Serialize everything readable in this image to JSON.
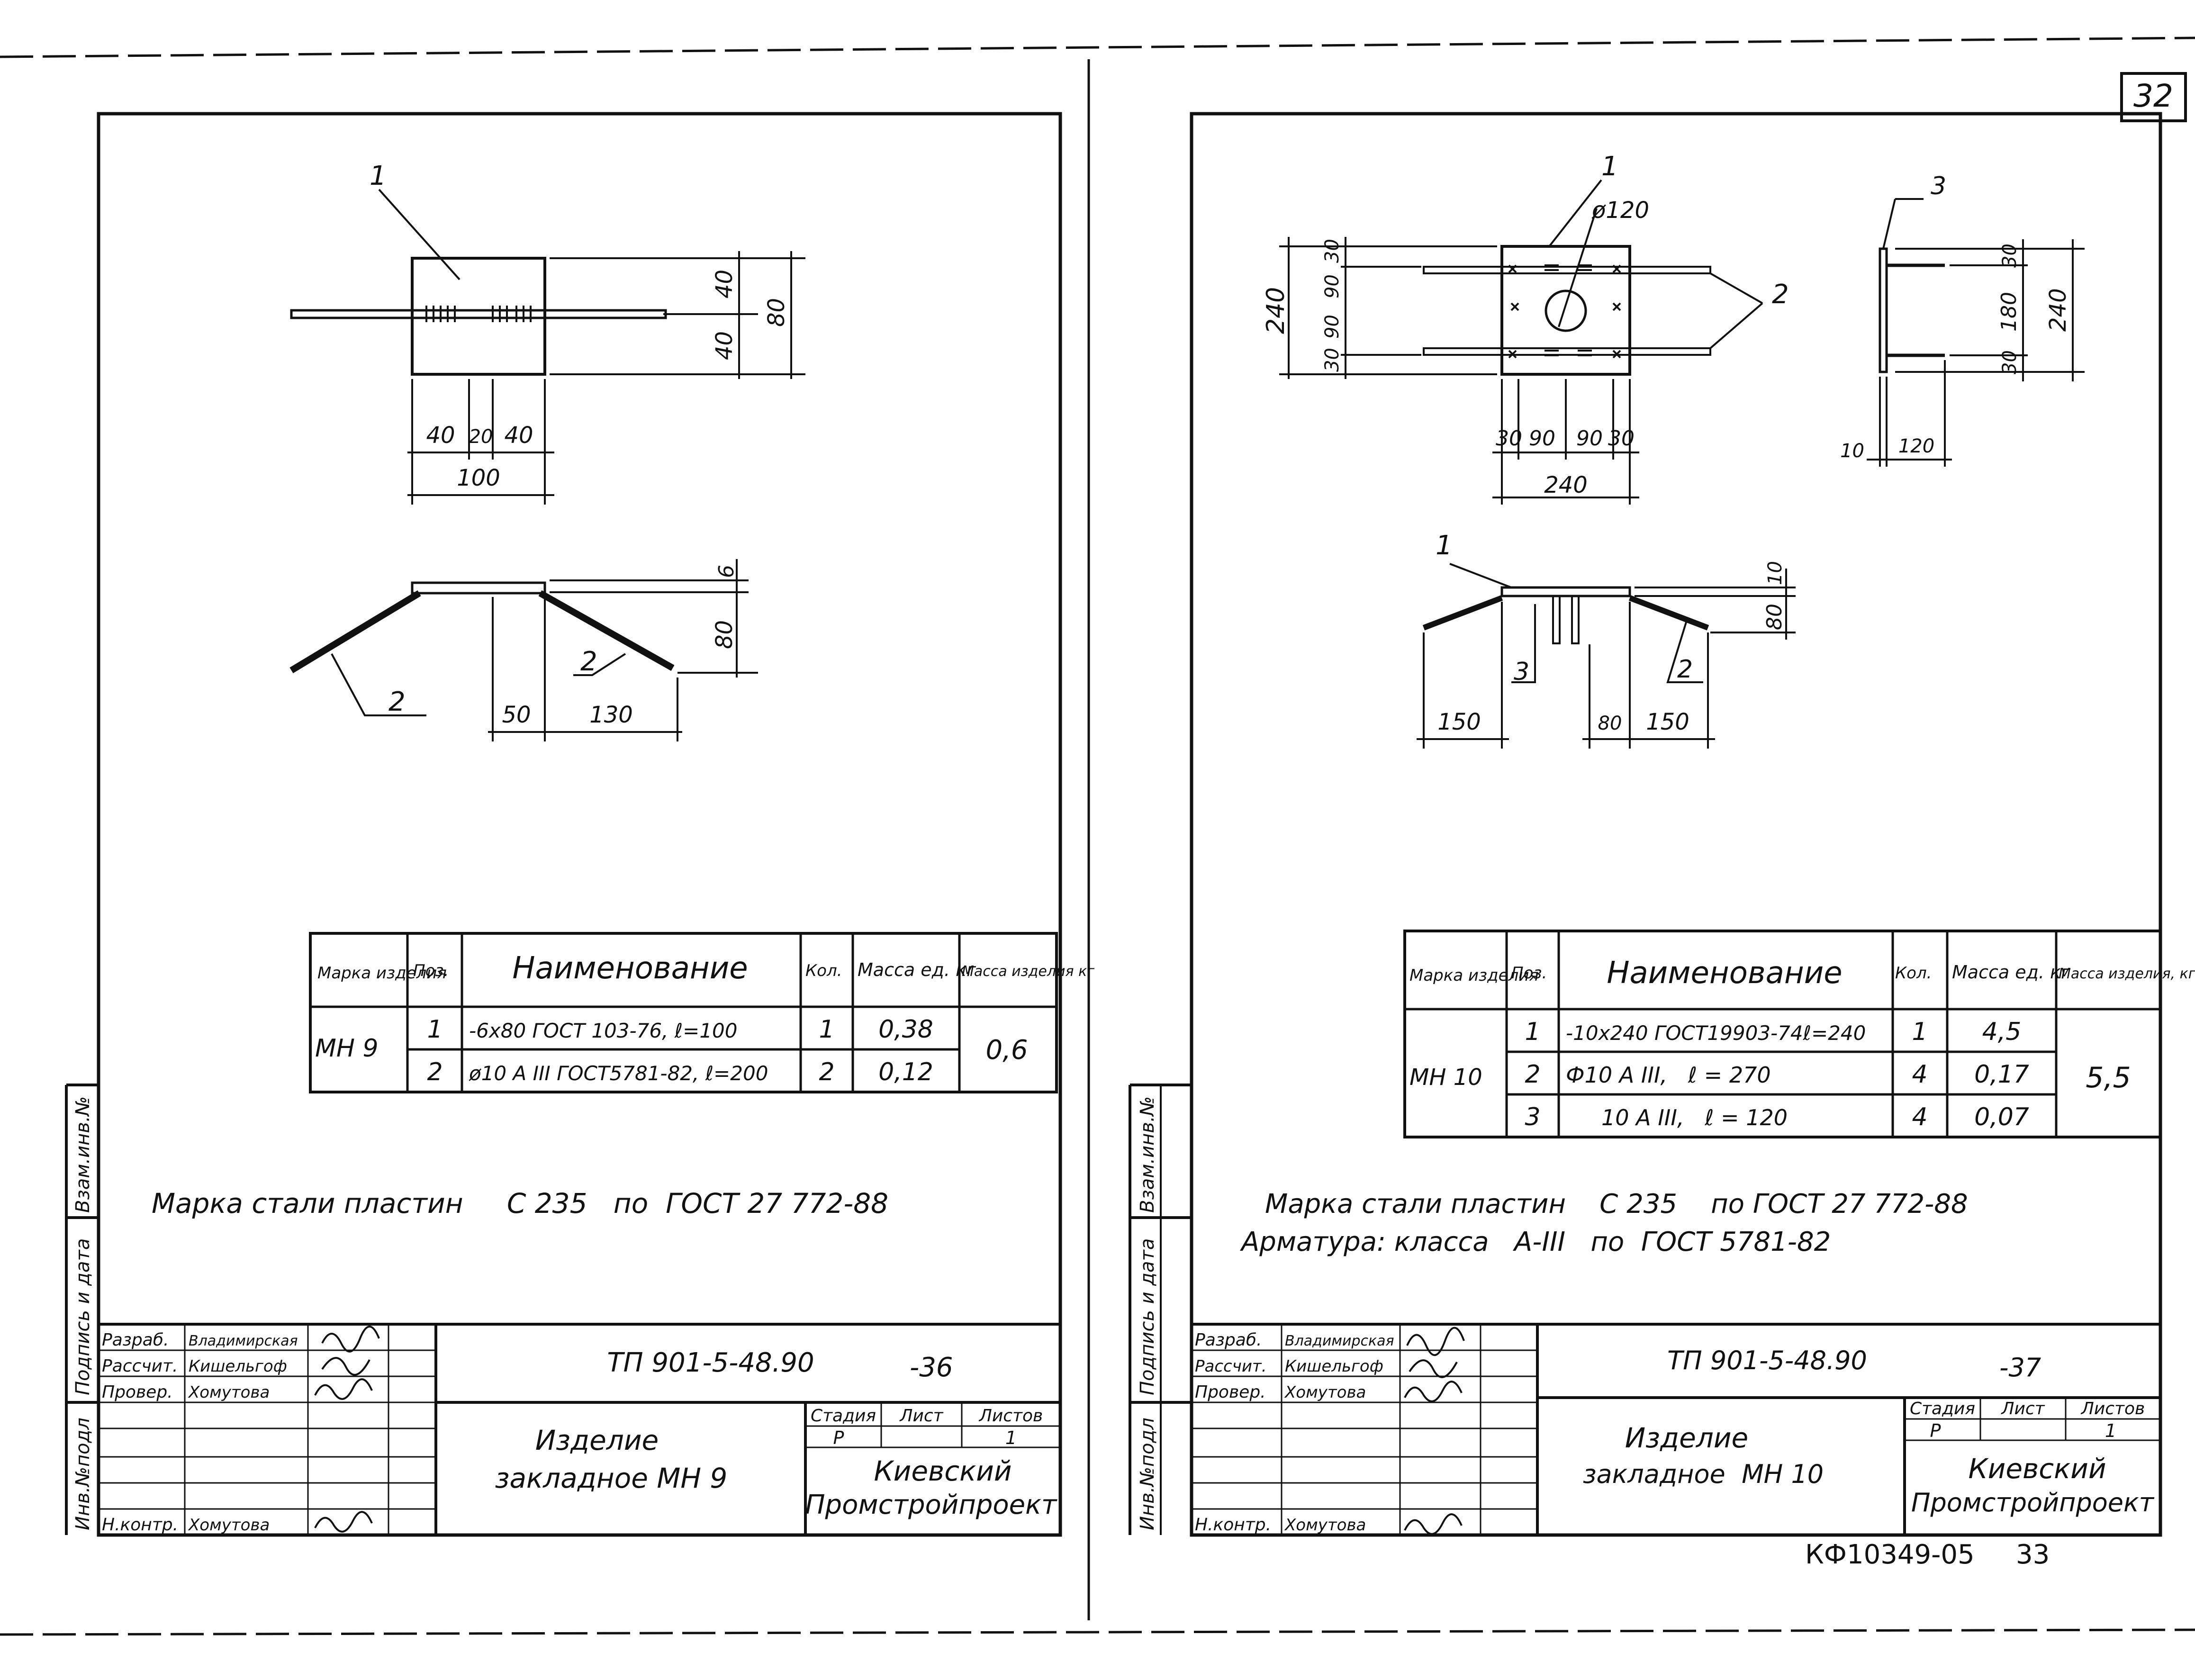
{
  "page_number": "32",
  "footer_code": "КФ10349-05",
  "footer_number": "33",
  "side_stamp": {
    "inv_podl": "Инв.№подл",
    "podpis_data": "Подпись и дата",
    "vzam_inv": "Взам.инв.№"
  },
  "left_sheet": {
    "drawing": {
      "pos1_label": "1",
      "pos2_label_a": "2",
      "pos2_label_b": "2",
      "dims_top": [
        "40",
        "20",
        "40"
      ],
      "dim_total": "100",
      "dims_right": [
        "40",
        "40"
      ],
      "dim_right_total": "80",
      "dim_thickness": "6",
      "dim_height": "80",
      "dims_bottom": [
        "50",
        "130"
      ]
    },
    "table": {
      "headers": [
        "Марка изделия",
        "Поз.",
        "Наименование",
        "Кол.",
        "Масса ед. кг",
        "Масса изделия кг"
      ],
      "mark": "МН 9",
      "total_mass": "0,6",
      "rows": [
        {
          "pos": "1",
          "name": "-6x80 ГОСТ 103-76, ℓ=100",
          "qty": "1",
          "mass": "0,38"
        },
        {
          "pos": "2",
          "name": "ø10 А ІІІ ГОСТ5781-82, ℓ=200",
          "qty": "2",
          "mass": "0,12"
        }
      ]
    },
    "notes": [
      "Марка стали пластин     С 235   по  ГОСТ 27 772-88"
    ],
    "title_block": {
      "doc_code": "ТП 901-5-48.90",
      "sheet_code": "-36",
      "roles": [
        "Разраб.",
        "Рассчит.",
        "Провер.",
        "",
        "",
        "",
        "Н.контр."
      ],
      "names": [
        "Владимирская",
        "Кишельгоф",
        "Хомутова",
        "",
        "",
        "",
        "Хомутова"
      ],
      "item_line1": "Изделие",
      "item_line2": "закладное МН 9",
      "stage_label": "Стадия",
      "sheet_label": "Лист",
      "sheets_label": "Листов",
      "stage": "Р",
      "sheets": "1",
      "org_line1": "Киевский",
      "org_line2": "Промстройпроект"
    }
  },
  "right_sheet": {
    "drawing": {
      "pos1_label": "1",
      "pos1_label_b": "1",
      "pos2_label": "2",
      "pos2_label_b": "2",
      "pos3_label": "3",
      "pos3_label_b": "3",
      "hole_dim": "ø120",
      "dim_left_total": "240",
      "dims_left": [
        "30",
        "90",
        "90",
        "30"
      ],
      "dims_bottom": [
        "30",
        "90",
        "90",
        "30"
      ],
      "dim_bottom_total": "240",
      "dims_side_right": [
        "30",
        "180",
        "30"
      ],
      "dim_side_total": "240",
      "dims_side_bottom": [
        "10",
        "120"
      ],
      "dim_elev_thickness": "10",
      "dim_elev_height": "80",
      "dims_elev_bottom": [
        "150",
        "80",
        "150"
      ]
    },
    "table": {
      "headers": [
        "Марка изделия",
        "Поз.",
        "Наименование",
        "Кол.",
        "Масса ед. кг",
        "Масса изделия, кг"
      ],
      "mark": "МН 10",
      "total_mass": "5,5",
      "rows": [
        {
          "pos": "1",
          "name": "-10x240 ГОСТ19903-74ℓ=240",
          "qty": "1",
          "mass": "4,5"
        },
        {
          "pos": "2",
          "name": "Ф10 А ІІІ,   ℓ = 270",
          "qty": "4",
          "mass": "0,17"
        },
        {
          "pos": "3",
          "name": "10 А ІІІ,   ℓ = 120",
          "qty": "4",
          "mass": "0,07"
        }
      ]
    },
    "notes": [
      "Марка стали пластин    С 235    по ГОСТ 27 772-88",
      "Арматура: класса   А-ІІІ   по  ГОСТ 5781-82"
    ],
    "title_block": {
      "doc_code": "ТП 901-5-48.90",
      "sheet_code": "-37",
      "roles": [
        "Разраб.",
        "Рассчит.",
        "Провер.",
        "",
        "",
        "",
        "Н.контр."
      ],
      "names": [
        "Владимирская",
        "Кишельгоф",
        "Хомутова",
        "",
        "",
        "",
        "Хомутова"
      ],
      "item_line1": "Изделие",
      "item_line2": "закладное  МН 10",
      "stage_label": "Стадия",
      "sheet_label": "Лист",
      "sheets_label": "Листов",
      "stage": "Р",
      "sheets": "1",
      "org_line1": "Киевский",
      "org_line2": "Промстройпроект"
    }
  }
}
